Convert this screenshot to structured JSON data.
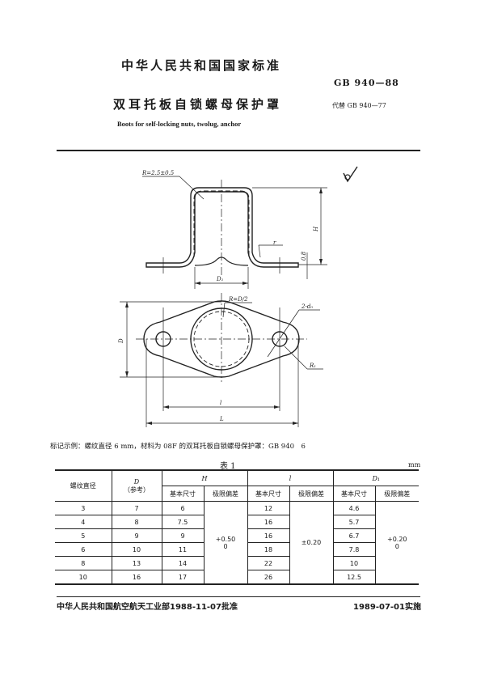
{
  "header": {
    "standard_title": "中华人民共和国国家标准",
    "standard_number": "GB 940—88",
    "title_cn": "双耳托板自锁螺母保护罩",
    "replaces": "代替 GB 940—77",
    "title_en": "Boots for self-locking nuts, twolug, anchor"
  },
  "drawing": {
    "roughness_symbol": "not-machined-surface-symbol",
    "labels": {
      "corner_radius": "R=2.5±0.5",
      "height": "H",
      "fillet": "r",
      "thickness": "0.8",
      "inner_diameter": "D₁",
      "radius_half_d": "R=D/2",
      "holes": "2-d₀",
      "diameter": "D",
      "lug_radius": "R₁",
      "hole_spacing": "l",
      "overall_length": "L"
    }
  },
  "marking_example": "标记示例：螺纹直径 6 mm，材料为 08F 的双耳托板自锁螺母保护罩：GB 940　6",
  "table": {
    "caption": "表 1",
    "unit": "mm",
    "headers": {
      "thread_dia": "螺纹直径",
      "D": "D",
      "D_note": "（参考）",
      "H": "H",
      "l": "l",
      "D1": "D₁",
      "basic": "基本尺寸",
      "tolerance": "极限偏差"
    },
    "tolerances": {
      "H": "+0.50\n0",
      "H_upper": "+0.50",
      "H_lower": "0",
      "l": "±0.20",
      "D1_upper": "+0.20",
      "D1_lower": "0"
    },
    "rows": [
      {
        "thread": "3",
        "D": "7",
        "H": "6",
        "l": "12",
        "D1": "4.6"
      },
      {
        "thread": "4",
        "D": "8",
        "H": "7.5",
        "l": "16",
        "D1": "5.7"
      },
      {
        "thread": "5",
        "D": "9",
        "H": "9",
        "l": "16",
        "D1": "6.7"
      },
      {
        "thread": "6",
        "D": "10",
        "H": "11",
        "l": "18",
        "D1": "7.8"
      },
      {
        "thread": "8",
        "D": "13",
        "H": "14",
        "l": "22",
        "D1": "10"
      },
      {
        "thread": "10",
        "D": "16",
        "H": "17",
        "l": "26",
        "D1": "12.5"
      }
    ]
  },
  "footer": {
    "approved": "中华人民共和国航空航天工业部1988-11-07批准",
    "effective": "1989-07-01实施"
  }
}
